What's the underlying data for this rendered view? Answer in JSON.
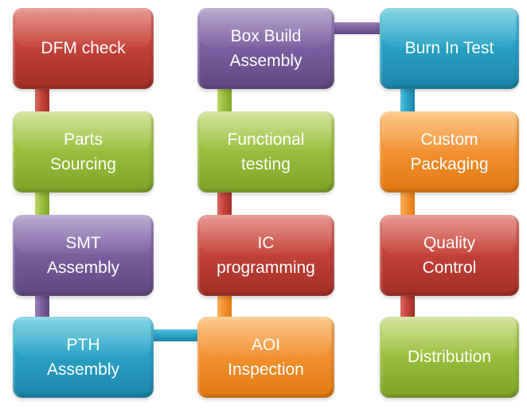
{
  "palette": {
    "red-light": "#da6a5e",
    "red-base": "#c7443a",
    "red-dark": "#a32d24",
    "green-light": "#bcd66d",
    "green-base": "#9cc13f",
    "green-dark": "#7da426",
    "purple-light": "#9a82bb",
    "purple-base": "#7d61a3",
    "purple-dark": "#5f4782",
    "cyan-light": "#4fc0d8",
    "cyan-base": "#2ba5c8",
    "cyan-dark": "#1b84a8",
    "orange-light": "#f8b056",
    "orange-base": "#f39334",
    "orange-dark": "#e2790f"
  },
  "nodes": [
    {
      "id": "dfm-check",
      "label": "DFM check",
      "color": "red"
    },
    {
      "id": "parts-sourcing",
      "label": "Parts\nSourcing",
      "color": "green"
    },
    {
      "id": "smt-assembly",
      "label": "SMT\nAssembly",
      "color": "purple"
    },
    {
      "id": "pth-assembly",
      "label": "PTH\nAssembly",
      "color": "cyan"
    },
    {
      "id": "aoi-inspection",
      "label": "AOI\nInspection",
      "color": "orange"
    },
    {
      "id": "ic-programming",
      "label": "IC\nprogramming",
      "color": "red"
    },
    {
      "id": "functional-testing",
      "label": "Functional\ntesting",
      "color": "green"
    },
    {
      "id": "box-build-assembly",
      "label": "Box Build\nAssembly",
      "color": "purple"
    },
    {
      "id": "burn-in-test",
      "label": "Burn In Test",
      "color": "cyan"
    },
    {
      "id": "custom-packaging",
      "label": "Custom\nPackaging",
      "color": "orange"
    },
    {
      "id": "quality-control",
      "label": "Quality\nControl",
      "color": "red"
    },
    {
      "id": "distribution",
      "label": "Distribution",
      "color": "green"
    }
  ],
  "connectors": [
    {
      "from": "dfm-check",
      "to": "parts-sourcing",
      "color": "red",
      "orientation": "vertical"
    },
    {
      "from": "parts-sourcing",
      "to": "smt-assembly",
      "color": "green",
      "orientation": "vertical"
    },
    {
      "from": "smt-assembly",
      "to": "pth-assembly",
      "color": "purple",
      "orientation": "vertical"
    },
    {
      "from": "pth-assembly",
      "to": "aoi-inspection",
      "color": "cyan",
      "orientation": "horizontal"
    },
    {
      "from": "aoi-inspection",
      "to": "ic-programming",
      "color": "orange",
      "orientation": "vertical"
    },
    {
      "from": "ic-programming",
      "to": "functional-testing",
      "color": "red",
      "orientation": "vertical"
    },
    {
      "from": "functional-testing",
      "to": "box-build-assembly",
      "color": "green",
      "orientation": "vertical"
    },
    {
      "from": "box-build-assembly",
      "to": "burn-in-test",
      "color": "purple",
      "orientation": "horizontal"
    },
    {
      "from": "burn-in-test",
      "to": "custom-packaging",
      "color": "cyan",
      "orientation": "vertical"
    },
    {
      "from": "custom-packaging",
      "to": "quality-control",
      "color": "orange",
      "orientation": "vertical"
    },
    {
      "from": "quality-control",
      "to": "distribution",
      "color": "red",
      "orientation": "vertical"
    }
  ]
}
